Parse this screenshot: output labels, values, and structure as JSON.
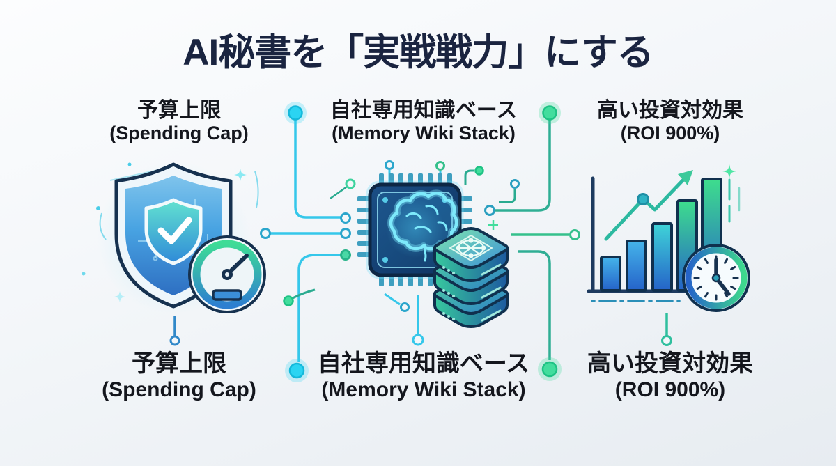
{
  "title": "AI秘書を「実戦戦力」にする",
  "features": [
    {
      "id": "spending-cap",
      "label_jp": "予算上限",
      "label_en": "(Spending Cap)",
      "icon": "shield-check-gauge-icon"
    },
    {
      "id": "memory-wiki-stack",
      "label_jp": "自社専用知識ベース",
      "label_en": "(Memory Wiki Stack)",
      "icon": "ai-chip-brain-server-stack-icon"
    },
    {
      "id": "roi",
      "label_jp": "高い投資対効果",
      "label_en": "(ROI 900%)",
      "icon": "growth-bar-chart-clock-icon"
    }
  ],
  "colors": {
    "background_top": "#fcfdfe",
    "background_bottom": "#e7ecf1",
    "title_text": "#1a2440",
    "label_text": "#14161d",
    "cyan_accent": "#2bd4f2",
    "green_accent": "#42dd9d",
    "blue_primary": "#2e7fd0",
    "navy_outline": "#16314f",
    "teal_line": "#2aab90",
    "cyan_line": "#35c7ea"
  }
}
